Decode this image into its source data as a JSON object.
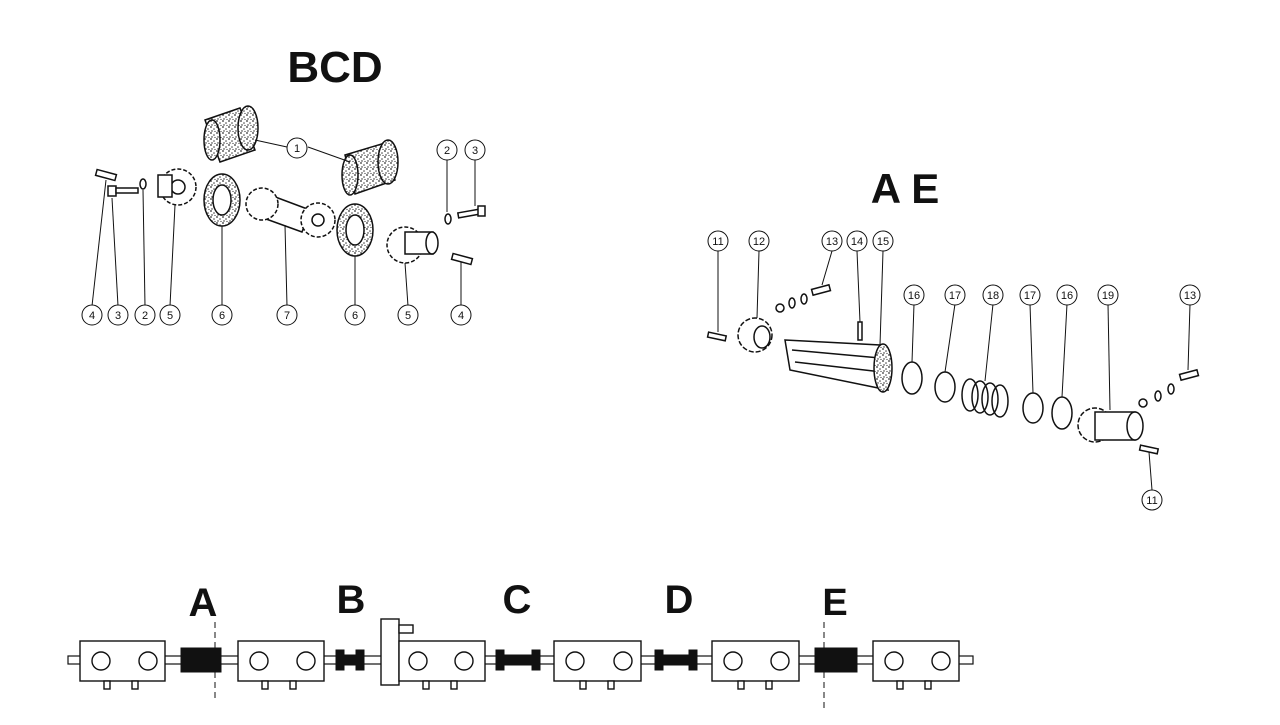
{
  "diagram": {
    "left_assembly_title": "BCD",
    "right_assembly_title": "A E",
    "left_callouts": [
      "1",
      "2",
      "3",
      "4",
      "3",
      "2",
      "5",
      "6",
      "7",
      "6",
      "5",
      "4"
    ],
    "right_callouts": [
      "11",
      "12",
      "13",
      "14",
      "15",
      "16",
      "17",
      "18",
      "17",
      "16",
      "19",
      "13",
      "11"
    ],
    "coupling_labels": [
      "A",
      "B",
      "C",
      "D",
      "E"
    ]
  },
  "colors": {
    "ink": "#111111",
    "hatch": "#555555",
    "paper": "#ffffff"
  }
}
